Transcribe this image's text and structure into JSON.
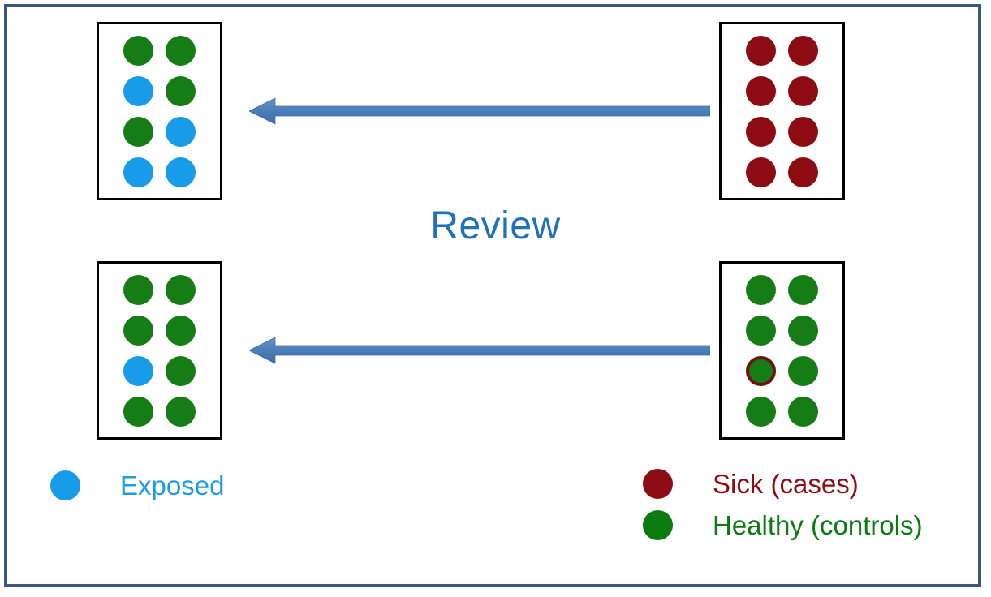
{
  "figure": {
    "center_label": "Review",
    "frame_color": "#3c5684",
    "background": "#ffffff"
  },
  "palette": {
    "exposed_blue": "#189ce9",
    "healthy_green": "#157c16",
    "sick_red": "#8d0c13",
    "arrow_blue": "#4a7ebb",
    "label_blue": "#1f72b8",
    "box_border": "#000000"
  },
  "boxes": [
    {
      "id": "top-left",
      "name": "exposure-history-cases-box",
      "dots": [
        {
          "type": "healthy",
          "label": "healthy",
          "color": "#157c16",
          "ringed": false
        },
        {
          "type": "healthy",
          "label": "healthy",
          "color": "#157c16",
          "ringed": false
        },
        {
          "type": "exposed",
          "label": "exposed",
          "color": "#189ce9",
          "ringed": false
        },
        {
          "type": "healthy",
          "label": "healthy",
          "color": "#157c16",
          "ringed": false
        },
        {
          "type": "healthy",
          "label": "healthy",
          "color": "#157c16",
          "ringed": false
        },
        {
          "type": "exposed",
          "label": "exposed",
          "color": "#189ce9",
          "ringed": false
        },
        {
          "type": "exposed",
          "label": "exposed",
          "color": "#189ce9",
          "ringed": false
        },
        {
          "type": "exposed",
          "label": "exposed",
          "color": "#189ce9",
          "ringed": false
        }
      ],
      "counts": {
        "exposed": 4,
        "unexposed": 4,
        "total": 8
      }
    },
    {
      "id": "top-right",
      "name": "cases-group-box",
      "dots": [
        {
          "type": "sick",
          "label": "sick",
          "color": "#8d0c13",
          "ringed": false
        },
        {
          "type": "sick",
          "label": "sick",
          "color": "#8d0c13",
          "ringed": false
        },
        {
          "type": "sick",
          "label": "sick",
          "color": "#8d0c13",
          "ringed": false
        },
        {
          "type": "sick",
          "label": "sick",
          "color": "#8d0c13",
          "ringed": false
        },
        {
          "type": "sick",
          "label": "sick",
          "color": "#8d0c13",
          "ringed": false
        },
        {
          "type": "sick",
          "label": "sick",
          "color": "#8d0c13",
          "ringed": false
        },
        {
          "type": "sick",
          "label": "sick",
          "color": "#8d0c13",
          "ringed": false
        },
        {
          "type": "sick",
          "label": "sick",
          "color": "#8d0c13",
          "ringed": false
        }
      ],
      "counts": {
        "sick": 8,
        "healthy": 0,
        "total": 8
      }
    },
    {
      "id": "bottom-left",
      "name": "exposure-history-controls-box",
      "dots": [
        {
          "type": "healthy",
          "label": "healthy",
          "color": "#157c16",
          "ringed": false
        },
        {
          "type": "healthy",
          "label": "healthy",
          "color": "#157c16",
          "ringed": false
        },
        {
          "type": "healthy",
          "label": "healthy",
          "color": "#157c16",
          "ringed": false
        },
        {
          "type": "healthy",
          "label": "healthy",
          "color": "#157c16",
          "ringed": false
        },
        {
          "type": "exposed",
          "label": "exposed",
          "color": "#189ce9",
          "ringed": false
        },
        {
          "type": "healthy",
          "label": "healthy",
          "color": "#157c16",
          "ringed": false
        },
        {
          "type": "healthy",
          "label": "healthy",
          "color": "#157c16",
          "ringed": false
        },
        {
          "type": "healthy",
          "label": "healthy",
          "color": "#157c16",
          "ringed": false
        }
      ],
      "counts": {
        "exposed": 1,
        "unexposed": 7,
        "total": 8
      }
    },
    {
      "id": "bottom-right",
      "name": "controls-group-box",
      "dots": [
        {
          "type": "healthy",
          "label": "healthy",
          "color": "#157c16",
          "ringed": false
        },
        {
          "type": "healthy",
          "label": "healthy",
          "color": "#157c16",
          "ringed": false
        },
        {
          "type": "healthy",
          "label": "healthy",
          "color": "#157c16",
          "ringed": false
        },
        {
          "type": "healthy",
          "label": "healthy",
          "color": "#157c16",
          "ringed": false
        },
        {
          "type": "healthy-ringed",
          "label": "healthy highlighted",
          "color": "#157c16",
          "ringed": true
        },
        {
          "type": "healthy",
          "label": "healthy",
          "color": "#157c16",
          "ringed": false
        },
        {
          "type": "healthy",
          "label": "healthy",
          "color": "#157c16",
          "ringed": false
        },
        {
          "type": "healthy",
          "label": "healthy",
          "color": "#157c16",
          "ringed": false
        }
      ],
      "counts": {
        "healthy": 8,
        "sick": 0,
        "total": 8
      }
    }
  ],
  "arrows": [
    {
      "id": "arrow-top",
      "direction": "left",
      "color": "#4a7ebb",
      "from": "cases-group-box",
      "to": "exposure-history-cases-box"
    },
    {
      "id": "arrow-bottom",
      "direction": "left",
      "color": "#4a7ebb",
      "from": "controls-group-box",
      "to": "exposure-history-controls-box"
    }
  ],
  "legend": {
    "left": [
      {
        "label": "Exposed",
        "color": "#189ce9",
        "text_color": "#1f9ae8",
        "icon": "filled-circle-icon"
      }
    ],
    "right": [
      {
        "label": "Sick (cases)",
        "color": "#8d0c13",
        "text_color": "#8d0c13",
        "icon": "filled-circle-icon"
      },
      {
        "label": "Healthy (controls)",
        "color": "#0b7a0f",
        "text_color": "#0b7a0f",
        "icon": "filled-circle-icon"
      }
    ]
  }
}
